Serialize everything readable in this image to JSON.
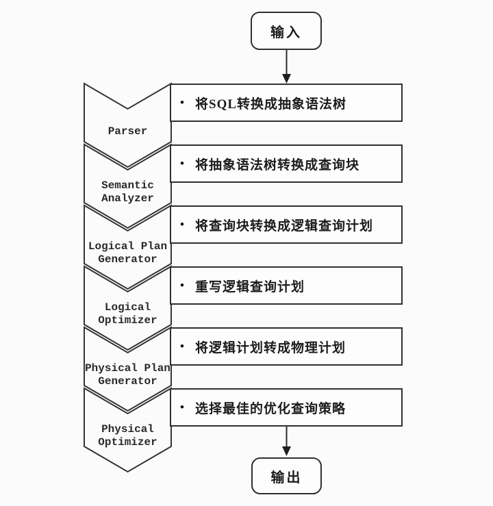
{
  "diagram": {
    "input_label": "输入",
    "output_label": "输出",
    "bullet": "•",
    "stages": [
      {
        "label": "Parser",
        "desc": "将SQL转换成抽象语法树"
      },
      {
        "label": "Semantic\nAnalyzer",
        "desc": "将抽象语法树转换成查询块"
      },
      {
        "label": "Logical Plan\nGenerator",
        "desc": "将查询块转换成逻辑查询计划"
      },
      {
        "label": "Logical\nOptimizer",
        "desc": "重写逻辑查询计划"
      },
      {
        "label": "Physical Plan\nGenerator",
        "desc": "将逻辑计划转成物理计划"
      },
      {
        "label": "Physical\nOptimizer",
        "desc": "选择最佳的优化查询策略"
      }
    ],
    "colors": {
      "line": "#2f2f2f",
      "background": "#fbfbfb",
      "shape_fill": "#fdfdfd",
      "text": "#1c1c1c"
    }
  }
}
